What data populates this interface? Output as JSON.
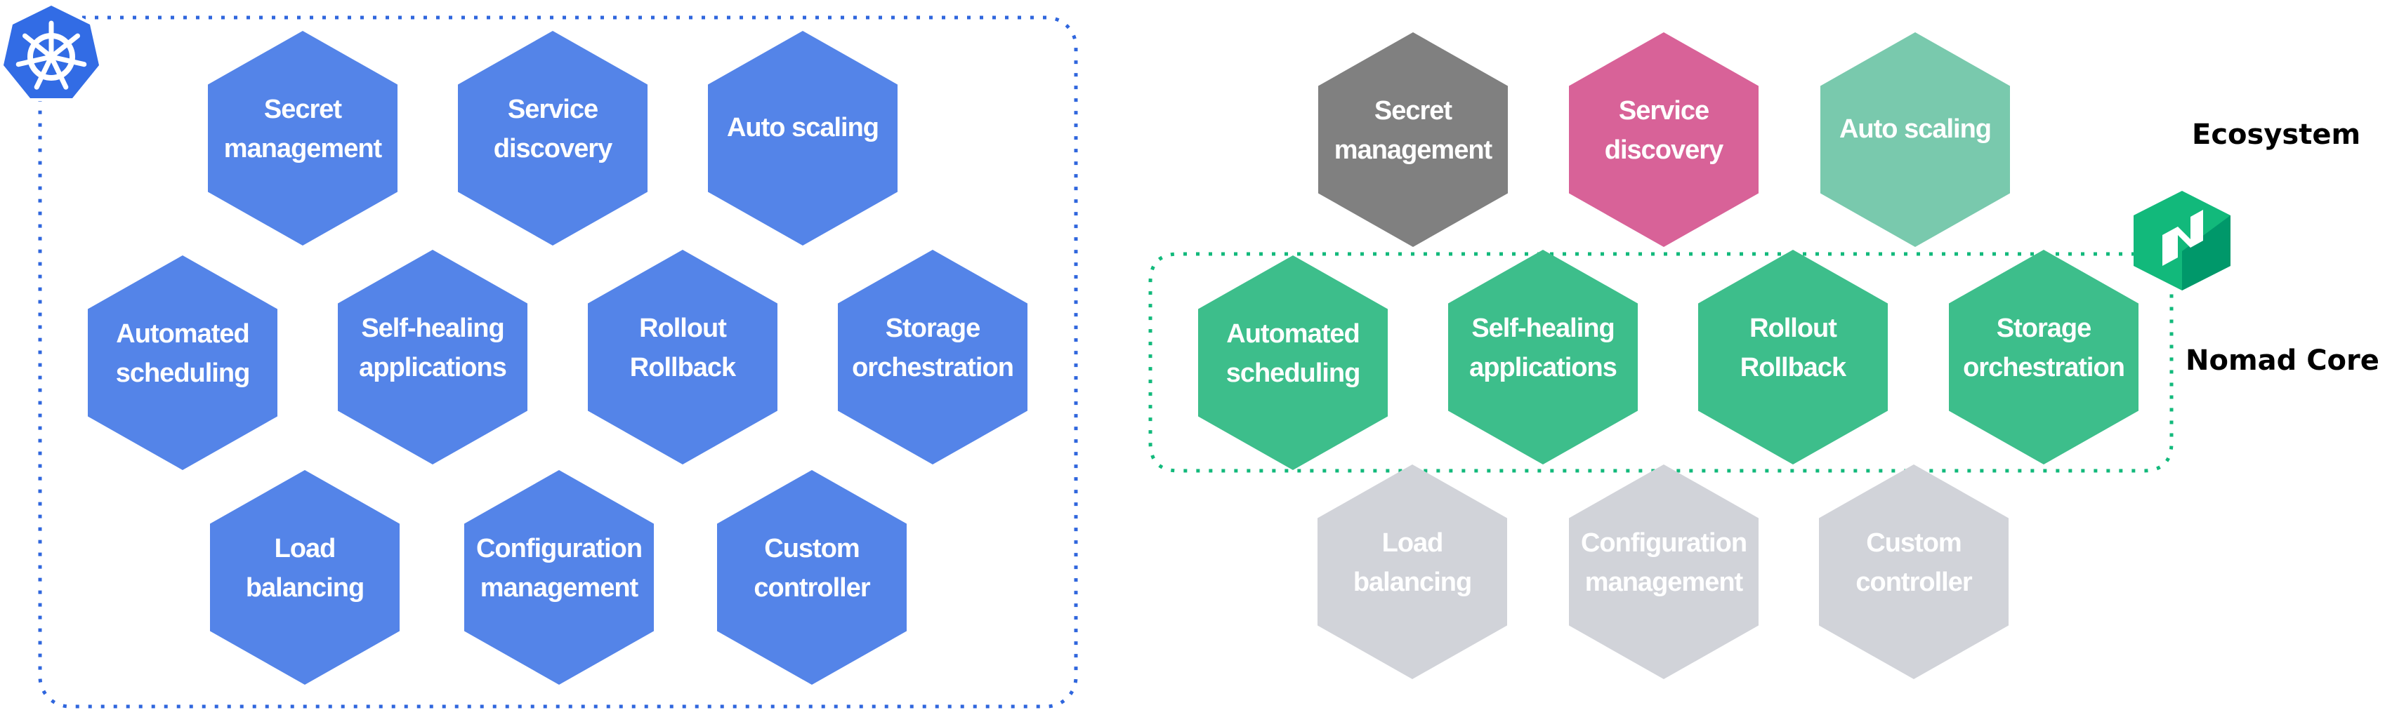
{
  "colors": {
    "kubernetes_blue": "#5484e8",
    "kubernetes_logo": "#326ce5",
    "kubernetes_border": "#2f66dd",
    "nomad_core_green": "#3dbe8b",
    "nomad_border": "#12b97b",
    "nomad_logo_light": "#12b97b",
    "nomad_logo_dark": "#00986a",
    "ecosystem_vault_grey": "#808080",
    "ecosystem_consul_pink": "#d86298",
    "ecosystem_autoscaler_teal": "#79c9ad",
    "not_applicable_grey": "#d1d3d9",
    "label_text": "#ffffff"
  },
  "kubernetes": {
    "logo_icon": "kubernetes-helm-wheel",
    "hexagons": [
      {
        "label": [
          "Secret",
          "management"
        ]
      },
      {
        "label": [
          "Service",
          "discovery"
        ]
      },
      {
        "label": [
          "Auto scaling"
        ]
      },
      {
        "label": [
          "Automated",
          "scheduling"
        ]
      },
      {
        "label": [
          "Self-healing",
          "applications"
        ]
      },
      {
        "label": [
          "Rollout",
          "Rollback"
        ]
      },
      {
        "label": [
          "Storage",
          "orchestration"
        ]
      },
      {
        "label": [
          "Load",
          "balancing"
        ]
      },
      {
        "label": [
          "Configuration",
          "management"
        ]
      },
      {
        "label": [
          "Custom",
          "controller"
        ]
      }
    ]
  },
  "nomad": {
    "logo_icon": "nomad-logo",
    "ecosystem_label": "Ecosystem",
    "core_label": "Nomad Core",
    "ecosystem_hexagons": [
      {
        "label": [
          "Secret",
          "management"
        ],
        "color_key": "ecosystem_vault_grey"
      },
      {
        "label": [
          "Service",
          "discovery"
        ],
        "color_key": "ecosystem_consul_pink"
      },
      {
        "label": [
          "Auto scaling"
        ],
        "color_key": "ecosystem_autoscaler_teal"
      }
    ],
    "core_hexagons": [
      {
        "label": [
          "Automated",
          "scheduling"
        ]
      },
      {
        "label": [
          "Self-healing",
          "applications"
        ]
      },
      {
        "label": [
          "Rollout",
          "Rollback"
        ]
      },
      {
        "label": [
          "Storage",
          "orchestration"
        ]
      }
    ],
    "unsupported_hexagons": [
      {
        "label": [
          "Load",
          "balancing"
        ]
      },
      {
        "label": [
          "Configuration",
          "management"
        ]
      },
      {
        "label": [
          "Custom",
          "controller"
        ]
      }
    ]
  }
}
